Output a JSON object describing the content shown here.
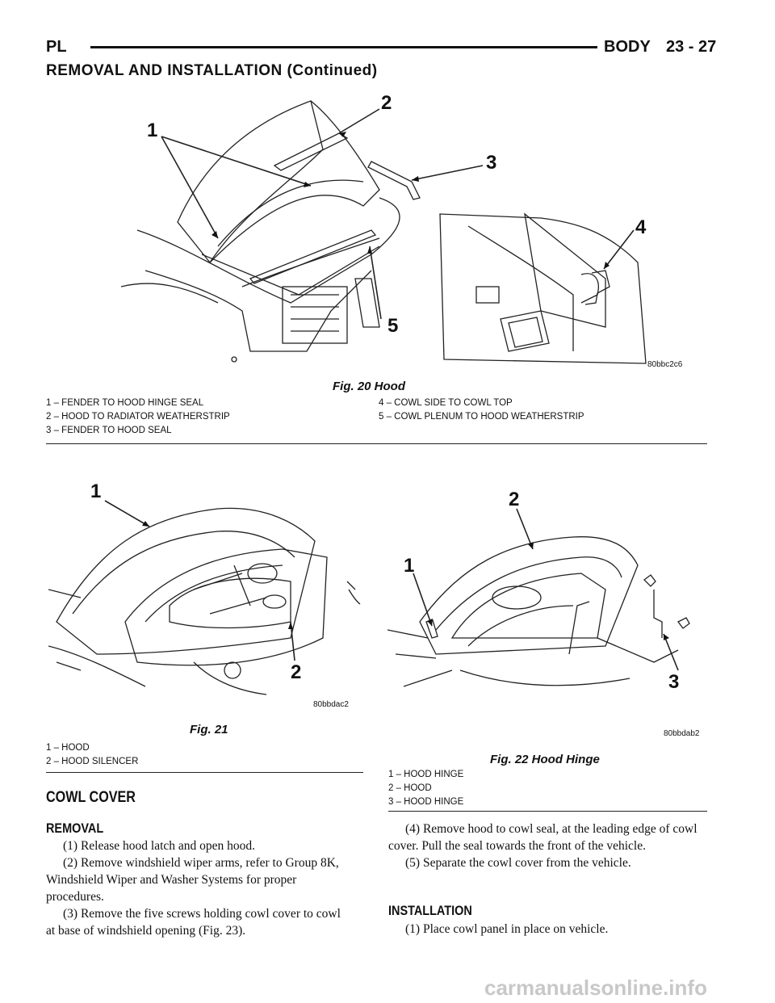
{
  "header": {
    "code": "PL",
    "section": "BODY",
    "page": "23 - 27",
    "continued": "REMOVAL AND INSTALLATION (Continued)"
  },
  "fig20": {
    "image_id": "80bbc2c6",
    "caption": "Fig. 20 Hood",
    "callouts": [
      "1",
      "2",
      "3",
      "4",
      "5"
    ],
    "legend_left": [
      "1 – FENDER TO HOOD HINGE SEAL",
      "2 – HOOD TO RADIATOR WEATHERSTRIP",
      "3 – FENDER TO HOOD SEAL"
    ],
    "legend_right": [
      "4 – COWL SIDE TO COWL TOP",
      "5 – COWL PLENUM TO HOOD WEATHERSTRIP"
    ]
  },
  "fig21": {
    "image_id": "80bbdac2",
    "caption": "Fig. 21",
    "callouts": [
      "1",
      "2"
    ],
    "legend": [
      "1 – HOOD",
      "2 – HOOD SILENCER"
    ]
  },
  "fig22": {
    "image_id": "80bbdab2",
    "caption": "Fig. 22 Hood Hinge",
    "callouts": [
      "1",
      "2",
      "3"
    ],
    "legend": [
      "1 – HOOD HINGE",
      "2 – HOOD",
      "3 – HOOD HINGE"
    ]
  },
  "cowl": {
    "title": "COWL COVER",
    "removal_title": "REMOVAL",
    "removal_left": [
      "(1) Release hood latch and open hood.",
      "(2) Remove windshield wiper arms, refer to Group 8K, Windshield Wiper and Washer Systems for proper procedures.",
      "(3) Remove the five screws holding cowl cover to cowl at base of windshield opening (Fig. 23)."
    ],
    "removal_right": [
      "(4) Remove hood to cowl seal, at the leading edge of cowl cover. Pull the seal towards the front of the vehicle.",
      "(5) Separate the cowl cover from the vehicle."
    ],
    "installation_title": "INSTALLATION",
    "installation": [
      "(1) Place cowl panel in place on vehicle."
    ]
  },
  "watermark": "carmanualsonline.info"
}
